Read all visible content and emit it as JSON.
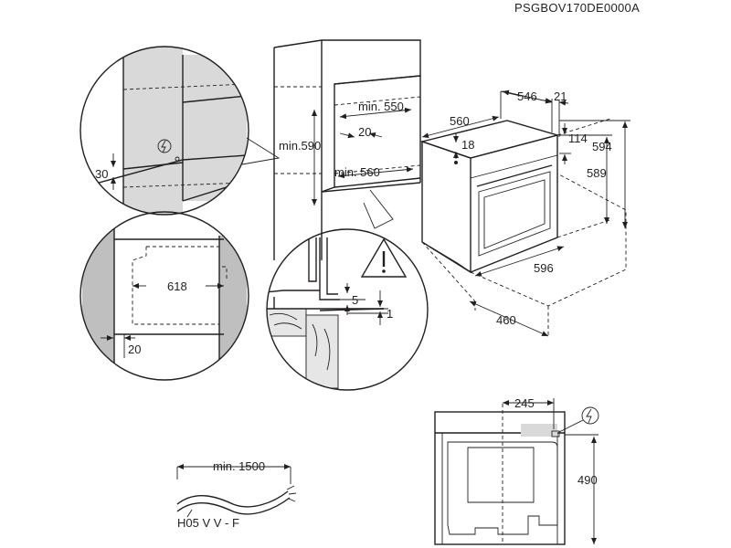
{
  "document_code": "PSGBOV170DE0000A",
  "dimensions": {
    "d546": "546",
    "d21": "21",
    "d560_top": "560",
    "d114": "114",
    "d594": "594",
    "d18": "18",
    "d589": "589",
    "d596": "596",
    "d460": "460",
    "min550": "min. 550",
    "d20_cab": "20",
    "min590": "min.590",
    "min560": "min. 560",
    "d30": "30",
    "d618": "618",
    "d20_bot": "20",
    "d5": "5",
    "d1": "1",
    "d245": "245",
    "d490": "490",
    "min1500": "min. 1500"
  },
  "cable_label": "H05 V V - F",
  "icons": {
    "electric": "electric-plug-icon",
    "warning": "warning-triangle-icon"
  }
}
